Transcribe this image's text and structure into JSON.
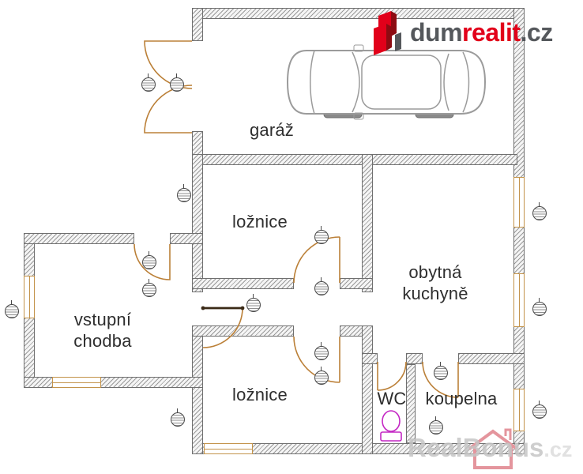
{
  "branding": {
    "logo_dum": "dum",
    "logo_realit": "realit",
    "logo_cz": ".cz",
    "logo_red": "#e2001a",
    "logo_gray": "#55585c"
  },
  "watermark": {
    "text": "RealBonus",
    "suffix": ".cz",
    "text_color": "#c6c6c6",
    "house_color": "#e4959d"
  },
  "floorplan": {
    "rooms": {
      "garaz": {
        "label": "garáž"
      },
      "loznice1": {
        "label": "ložnice"
      },
      "kuchyne": {
        "line1": "obytná",
        "line2": "kuchyně"
      },
      "chodba": {
        "line1": "vstupní",
        "line2": "chodba"
      },
      "loznice2": {
        "label": "ložnice"
      },
      "wc": {
        "label": "WC"
      },
      "koupelna": {
        "label": "koupelna"
      }
    },
    "colors": {
      "door": "#bb8038",
      "door_leaf_dark": "#3a2a16",
      "window": "#c3934a",
      "wall_hatch": "#9a9a9a",
      "wall_edge": "#6f6f6f",
      "toilet": "#c428c4",
      "car_outline": "#9b9b9b"
    }
  }
}
